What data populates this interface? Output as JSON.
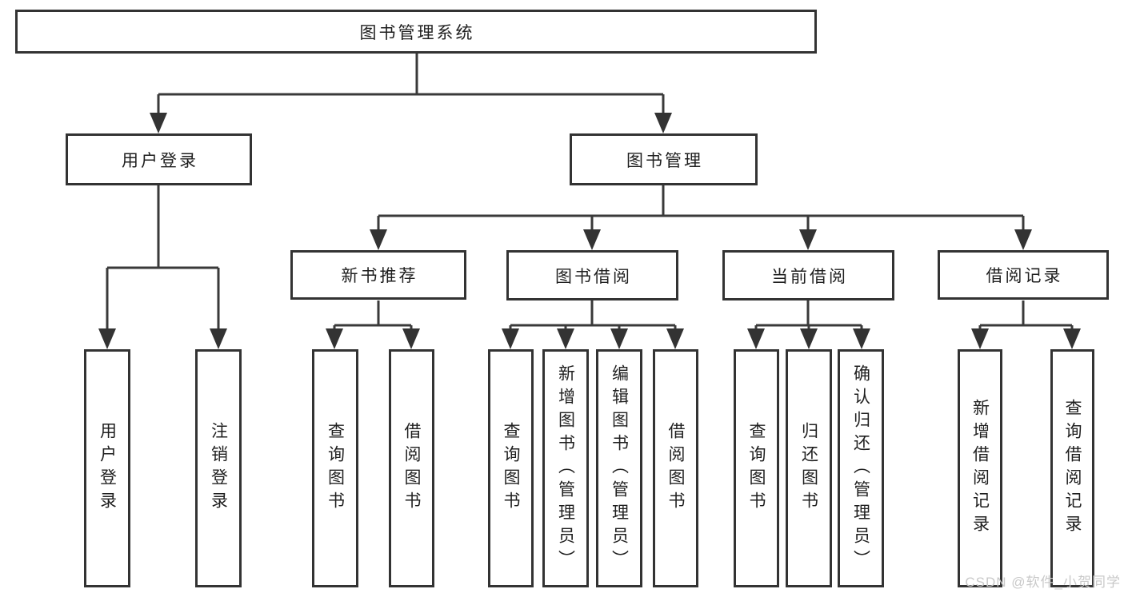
{
  "tree": {
    "root": "图书管理系统",
    "branches": [
      {
        "label": "用户登录",
        "children": [
          "用户登录",
          "注销登录"
        ]
      },
      {
        "label": "图书管理",
        "groups": [
          {
            "label": "新书推荐",
            "children": [
              "查询图书",
              "借阅图书"
            ]
          },
          {
            "label": "图书借阅",
            "children": [
              "查询图书",
              "新增图书（管理员）",
              "编辑图书（管理员）",
              "借阅图书"
            ]
          },
          {
            "label": "当前借阅",
            "children": [
              "查询图书",
              "归还图书",
              "确认归还（管理员）"
            ]
          },
          {
            "label": "借阅记录",
            "children": [
              "新增借阅记录",
              "查询借阅记录"
            ]
          }
        ]
      }
    ]
  },
  "watermark": "CSDN @软件_小贺同学",
  "colors": {
    "line": "#3a3a3a",
    "box_border": "#333333",
    "text": "#1f1f1f",
    "watermark": "#c9c9c9",
    "background": "#ffffff"
  }
}
